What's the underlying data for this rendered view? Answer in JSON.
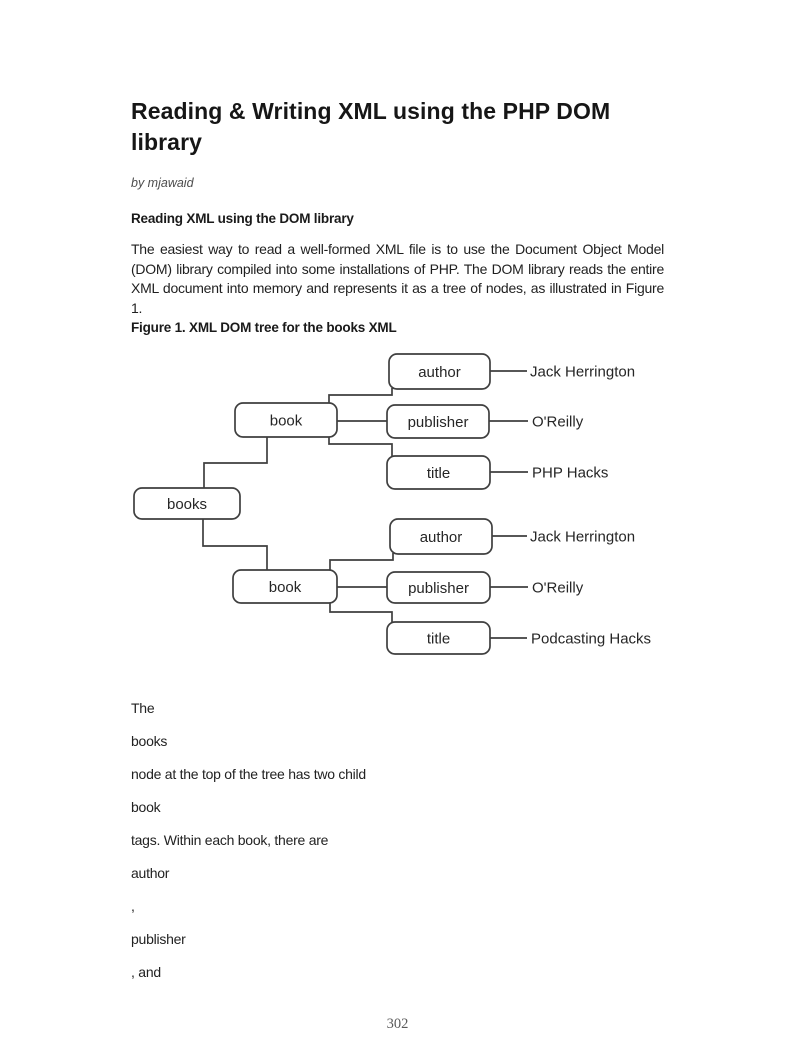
{
  "page": {
    "title": "Reading & Writing XML using the PHP DOM library",
    "byline": "by mjawaid",
    "section_heading": "Reading XML using the DOM library",
    "paragraph": "The easiest way to read a well-formed XML file is to use the Document Object Model (DOM) library compiled into some installations of PHP. The DOM library reads the entire XML document into memory and represents it as a tree of nodes, as illustrated in Figure 1.",
    "figure_caption": "Figure 1. XML DOM tree for the books XML",
    "fragments": [
      "The",
      "books",
      "node at the top of the tree has two child",
      "book",
      "tags. Within each book, there are",
      "author",
      ",",
      "publisher",
      ", and"
    ],
    "page_number": "302"
  },
  "figure": {
    "description": "XML DOM tree diagram for the books XML",
    "root": "books",
    "children": [
      {
        "label": "book",
        "fields": [
          {
            "label": "author",
            "value": "Jack Herrington"
          },
          {
            "label": "publisher",
            "value": "O'Reilly"
          },
          {
            "label": "title",
            "value": "PHP Hacks"
          }
        ]
      },
      {
        "label": "book",
        "fields": [
          {
            "label": "author",
            "value": "Jack Herrington"
          },
          {
            "label": "publisher",
            "value": "O'Reilly"
          },
          {
            "label": "title",
            "value": "Podcasting Hacks"
          }
        ]
      }
    ]
  },
  "colors": {
    "text": "#1e1e1e",
    "muted": "#4c4c4c",
    "diagram_stroke": "#3f3f3f",
    "diagram_text": "#262626",
    "footer": "#5a5a5a",
    "page_bg": "#ffffff"
  }
}
